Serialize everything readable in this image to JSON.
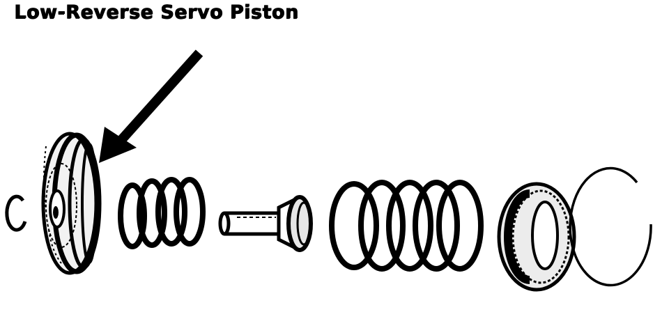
{
  "diagram": {
    "title": "Low-Reverse Servo Piston",
    "ink_color": "#000000",
    "background_color": "#ffffff",
    "parts": [
      "snap-ring-small",
      "servo-piston",
      "inner-spring",
      "piston-rod",
      "outer-spring",
      "retainer",
      "snap-ring-large"
    ]
  }
}
